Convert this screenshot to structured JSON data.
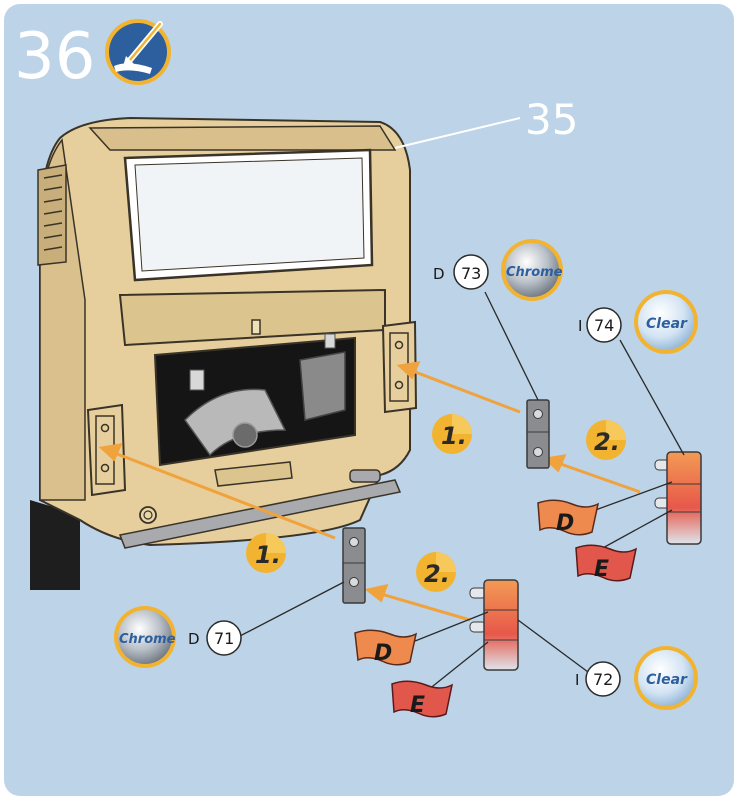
{
  "step": {
    "number": "36",
    "parent_reference": "35"
  },
  "steps": {
    "first": "1.",
    "second": "2."
  },
  "parts": {
    "upper_left": {
      "prefix": "D",
      "number": "73",
      "finish": "Chrome"
    },
    "upper_right": {
      "prefix": "I",
      "number": "74",
      "finish": "Clear"
    },
    "lower_left": {
      "prefix": "D",
      "number": "71",
      "finish": "Chrome"
    },
    "lower_right": {
      "prefix": "I",
      "number": "72",
      "finish": "Clear"
    }
  },
  "decals": {
    "d": "D",
    "e": "E"
  },
  "icons": {
    "paint": "paintbrush-icon",
    "chrome": "chrome-badge-icon",
    "clear": "clear-badge-icon"
  },
  "colors": {
    "background": "#bcd3e8",
    "van_body": "#e6cf9d",
    "arrow": "#f0a23c",
    "step_badge": "#f2b430",
    "decal_d": "#ee8a4e",
    "decal_e": "#e2574c",
    "paint_badge": "#2d5f9e",
    "part_gray": "#8a8c90"
  }
}
